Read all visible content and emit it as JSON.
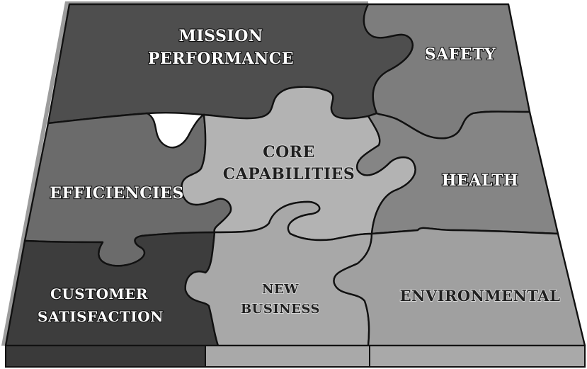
{
  "pieces": {
    "mission": {
      "line1": "MISSION",
      "line2": "PERFORMANCE",
      "color": "#4e4e4e"
    },
    "safety": {
      "line1": "SAFETY",
      "color": "#7d7d7d"
    },
    "efficiencies": {
      "line1": "EFFICIENCIES",
      "color": "#6b6b6b"
    },
    "core": {
      "line1": "CORE",
      "line2": "CAPABILITIES",
      "color": "#b3b3b3"
    },
    "health": {
      "line1": "HEALTH",
      "color": "#858585"
    },
    "customer": {
      "line1": "CUSTOMER",
      "line2": "SATISFACTION",
      "color": "#3d3d3d"
    },
    "new_business": {
      "line1": "NEW",
      "line2": "BUSINESS",
      "color": "#a8a8a8"
    },
    "environmental": {
      "line1": "ENVIRONMENTAL",
      "color": "#a0a0a0"
    }
  },
  "colors": {
    "edge_dark": "#3a3a3a",
    "edge_light": "#a9a9a9",
    "top_rim": "#9c9c9c"
  }
}
